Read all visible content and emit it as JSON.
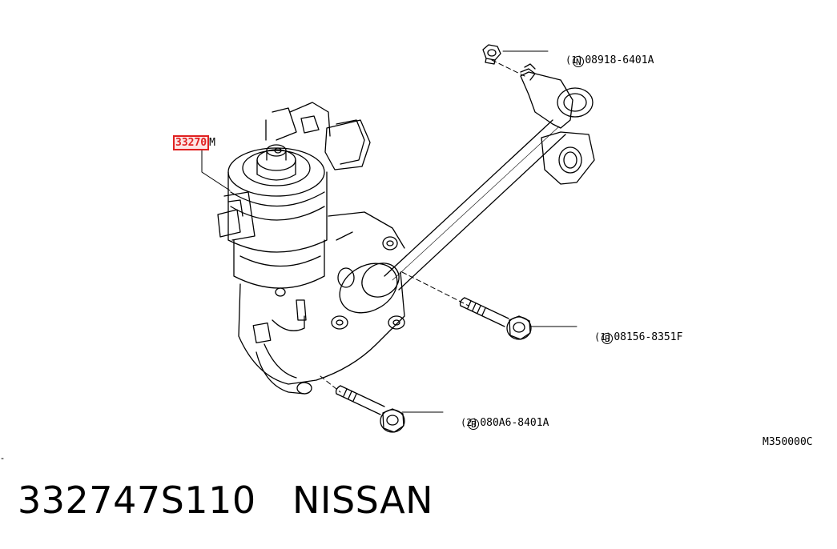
{
  "part_label": {
    "number": "33270",
    "suffix": "M"
  },
  "callouts": [
    {
      "marker": "N",
      "code": "08918-6401A",
      "qty": "(1)"
    },
    {
      "marker": "B",
      "code": "08156-8351F",
      "qty": "(1)"
    },
    {
      "marker": "B",
      "code": "080A6-8401A",
      "qty": "(2)"
    }
  ],
  "diagram_code": "M350000C",
  "caption": {
    "part_number": "332747S110",
    "brand": "NISSAN"
  }
}
